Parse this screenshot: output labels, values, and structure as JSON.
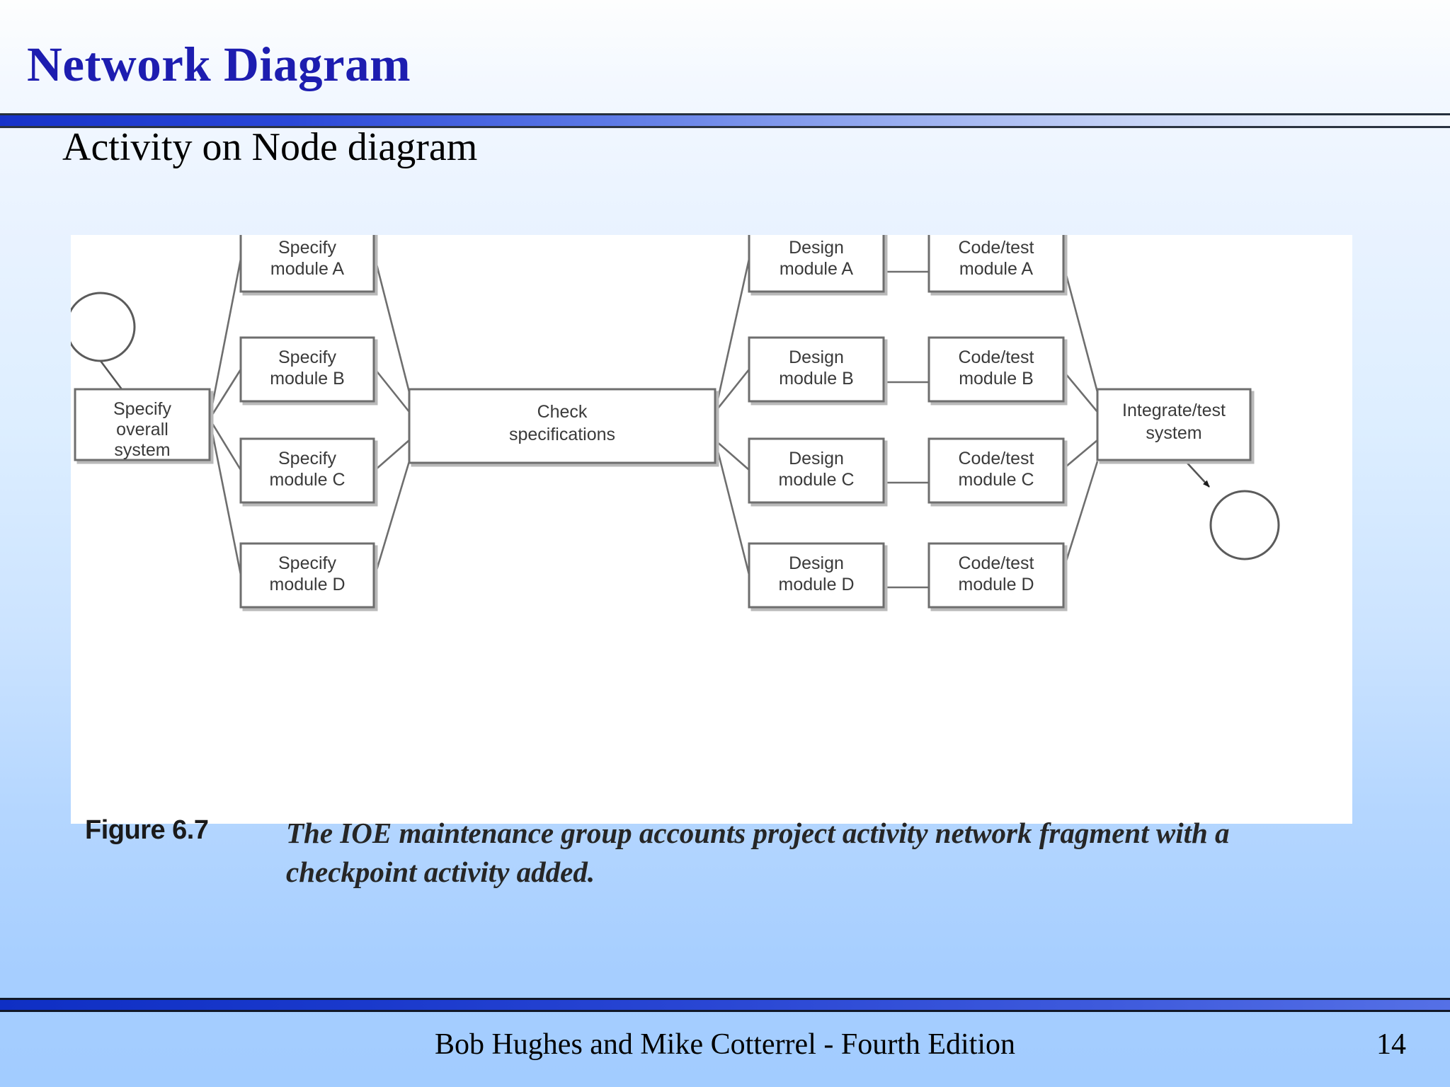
{
  "slide": {
    "title": "Network Diagram",
    "subtitle": "Activity on Node diagram",
    "page_number": "14",
    "footer": "Bob Hughes and Mike Cotterrel  - Fourth Edition"
  },
  "figure": {
    "number": "Figure 6.7",
    "caption": "The IOE maintenance group accounts project activity network fragment with a checkpoint activity added."
  },
  "colors": {
    "title_blue": "#1d1db0",
    "rule_blue": "#1733c9",
    "node_border": "#6e6e6e",
    "node_fill": "#ffffff",
    "node_text": "#3a3a3a",
    "panel_white": "#ffffff",
    "background_top": "#fdfefe",
    "background_bottom": "#a2ccff"
  },
  "diagram": {
    "type": "activity-on-node network",
    "start_node": {
      "name": "start-circle",
      "label": ""
    },
    "end_node": {
      "name": "end-circle",
      "label": ""
    },
    "nodes": [
      {
        "id": "specify-overall-system",
        "line1": "Specify",
        "line2": "overall",
        "line3": "system"
      },
      {
        "id": "specify-module-a",
        "line1": "Specify",
        "line2": "module A"
      },
      {
        "id": "specify-module-b",
        "line1": "Specify",
        "line2": "module B"
      },
      {
        "id": "specify-module-c",
        "line1": "Specify",
        "line2": "module C"
      },
      {
        "id": "specify-module-d",
        "line1": "Specify",
        "line2": "module D"
      },
      {
        "id": "check-specifications",
        "line1": "Check",
        "line2": "specifications"
      },
      {
        "id": "design-module-a",
        "line1": "Design",
        "line2": "module A"
      },
      {
        "id": "design-module-b",
        "line1": "Design",
        "line2": "module B"
      },
      {
        "id": "design-module-c",
        "line1": "Design",
        "line2": "module C"
      },
      {
        "id": "design-module-d",
        "line1": "Design",
        "line2": "module D"
      },
      {
        "id": "code-test-module-a",
        "line1": "Code/test",
        "line2": "module A"
      },
      {
        "id": "code-test-module-b",
        "line1": "Code/test",
        "line2": "module B"
      },
      {
        "id": "code-test-module-c",
        "line1": "Code/test",
        "line2": "module C"
      },
      {
        "id": "code-test-module-d",
        "line1": "Code/test",
        "line2": "module D"
      },
      {
        "id": "integrate-test-system",
        "line1": "Integrate/test",
        "line2": "system"
      }
    ],
    "edges": [
      {
        "from": "start-circle",
        "to": "specify-overall-system",
        "arrow": true
      },
      {
        "from": "specify-overall-system",
        "to": "specify-module-a",
        "arrow": false
      },
      {
        "from": "specify-overall-system",
        "to": "specify-module-b",
        "arrow": false
      },
      {
        "from": "specify-overall-system",
        "to": "specify-module-c",
        "arrow": false
      },
      {
        "from": "specify-overall-system",
        "to": "specify-module-d",
        "arrow": false
      },
      {
        "from": "specify-module-a",
        "to": "check-specifications",
        "arrow": false
      },
      {
        "from": "specify-module-b",
        "to": "check-specifications",
        "arrow": false
      },
      {
        "from": "specify-module-c",
        "to": "check-specifications",
        "arrow": false
      },
      {
        "from": "specify-module-d",
        "to": "check-specifications",
        "arrow": false
      },
      {
        "from": "check-specifications",
        "to": "design-module-a",
        "arrow": false
      },
      {
        "from": "check-specifications",
        "to": "design-module-b",
        "arrow": false
      },
      {
        "from": "check-specifications",
        "to": "design-module-c",
        "arrow": false
      },
      {
        "from": "check-specifications",
        "to": "design-module-d",
        "arrow": false
      },
      {
        "from": "design-module-a",
        "to": "code-test-module-a",
        "arrow": false
      },
      {
        "from": "design-module-b",
        "to": "code-test-module-b",
        "arrow": false
      },
      {
        "from": "design-module-c",
        "to": "code-test-module-c",
        "arrow": false
      },
      {
        "from": "design-module-d",
        "to": "code-test-module-d",
        "arrow": false
      },
      {
        "from": "code-test-module-a",
        "to": "integrate-test-system",
        "arrow": false
      },
      {
        "from": "code-test-module-b",
        "to": "integrate-test-system",
        "arrow": false
      },
      {
        "from": "code-test-module-c",
        "to": "integrate-test-system",
        "arrow": false
      },
      {
        "from": "code-test-module-d",
        "to": "integrate-test-system",
        "arrow": false
      },
      {
        "from": "integrate-test-system",
        "to": "end-circle",
        "arrow": true
      }
    ]
  }
}
